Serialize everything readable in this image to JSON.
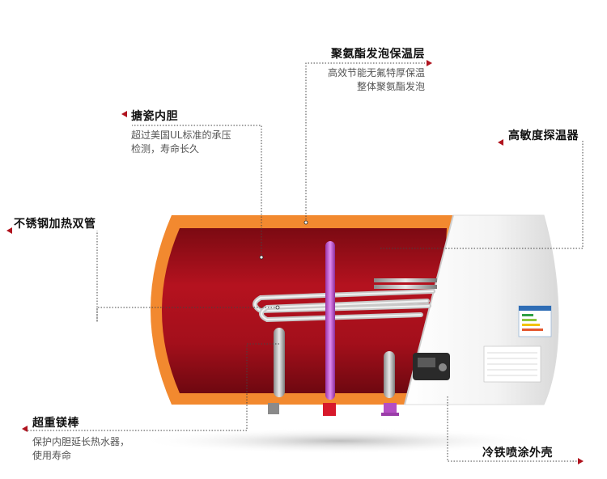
{
  "callouts": {
    "foam_layer": {
      "title": "聚氨酯发泡保温层",
      "lines": [
        "高效节能无氟特厚保温",
        "整体聚氨酯发泡"
      ]
    },
    "enamel_tank": {
      "title": "搪瓷内胆",
      "lines": [
        "超过美国UL标准的承压",
        "检测，寿命长久"
      ]
    },
    "sensor": {
      "title": "高敏度探温器"
    },
    "heating_tubes": {
      "title": "不锈钢加热双管"
    },
    "magnesium_rod": {
      "title": "超重镁棒",
      "lines": [
        "保护内胆延长热水器，",
        "使用寿命"
      ]
    },
    "steel_shell": {
      "title": "冷铁喷涂外壳"
    }
  },
  "colors": {
    "inner_tank": "#a5111c",
    "foam": "#f2892f",
    "shell": "#f4f4f4",
    "pointer": "#b0131e",
    "rod_purple": "#c04fcf"
  }
}
